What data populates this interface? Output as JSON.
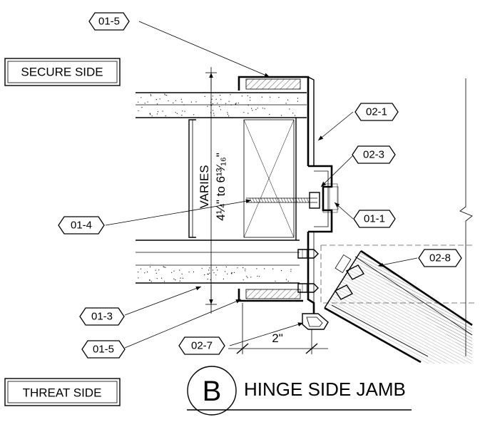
{
  "drawing": {
    "secure_side_label": "SECURE SIDE",
    "threat_side_label": "THREAT SIDE",
    "detail_letter": "B",
    "detail_title": "HINGE SIDE JAMB",
    "varies_label": "VARIES",
    "thickness_range": "4¼\" to 6¹³⁄₁₆\"",
    "width_dimension": "2\"",
    "tags": {
      "tag_01_5_top": "01-5",
      "tag_02_1": "02-1",
      "tag_02_3": "02-3",
      "tag_01_4": "01-4",
      "tag_01_1": "01-1",
      "tag_02_8": "02-8",
      "tag_01_3": "01-3",
      "tag_02_7": "02-7",
      "tag_01_5_bottom": "01-5"
    }
  }
}
